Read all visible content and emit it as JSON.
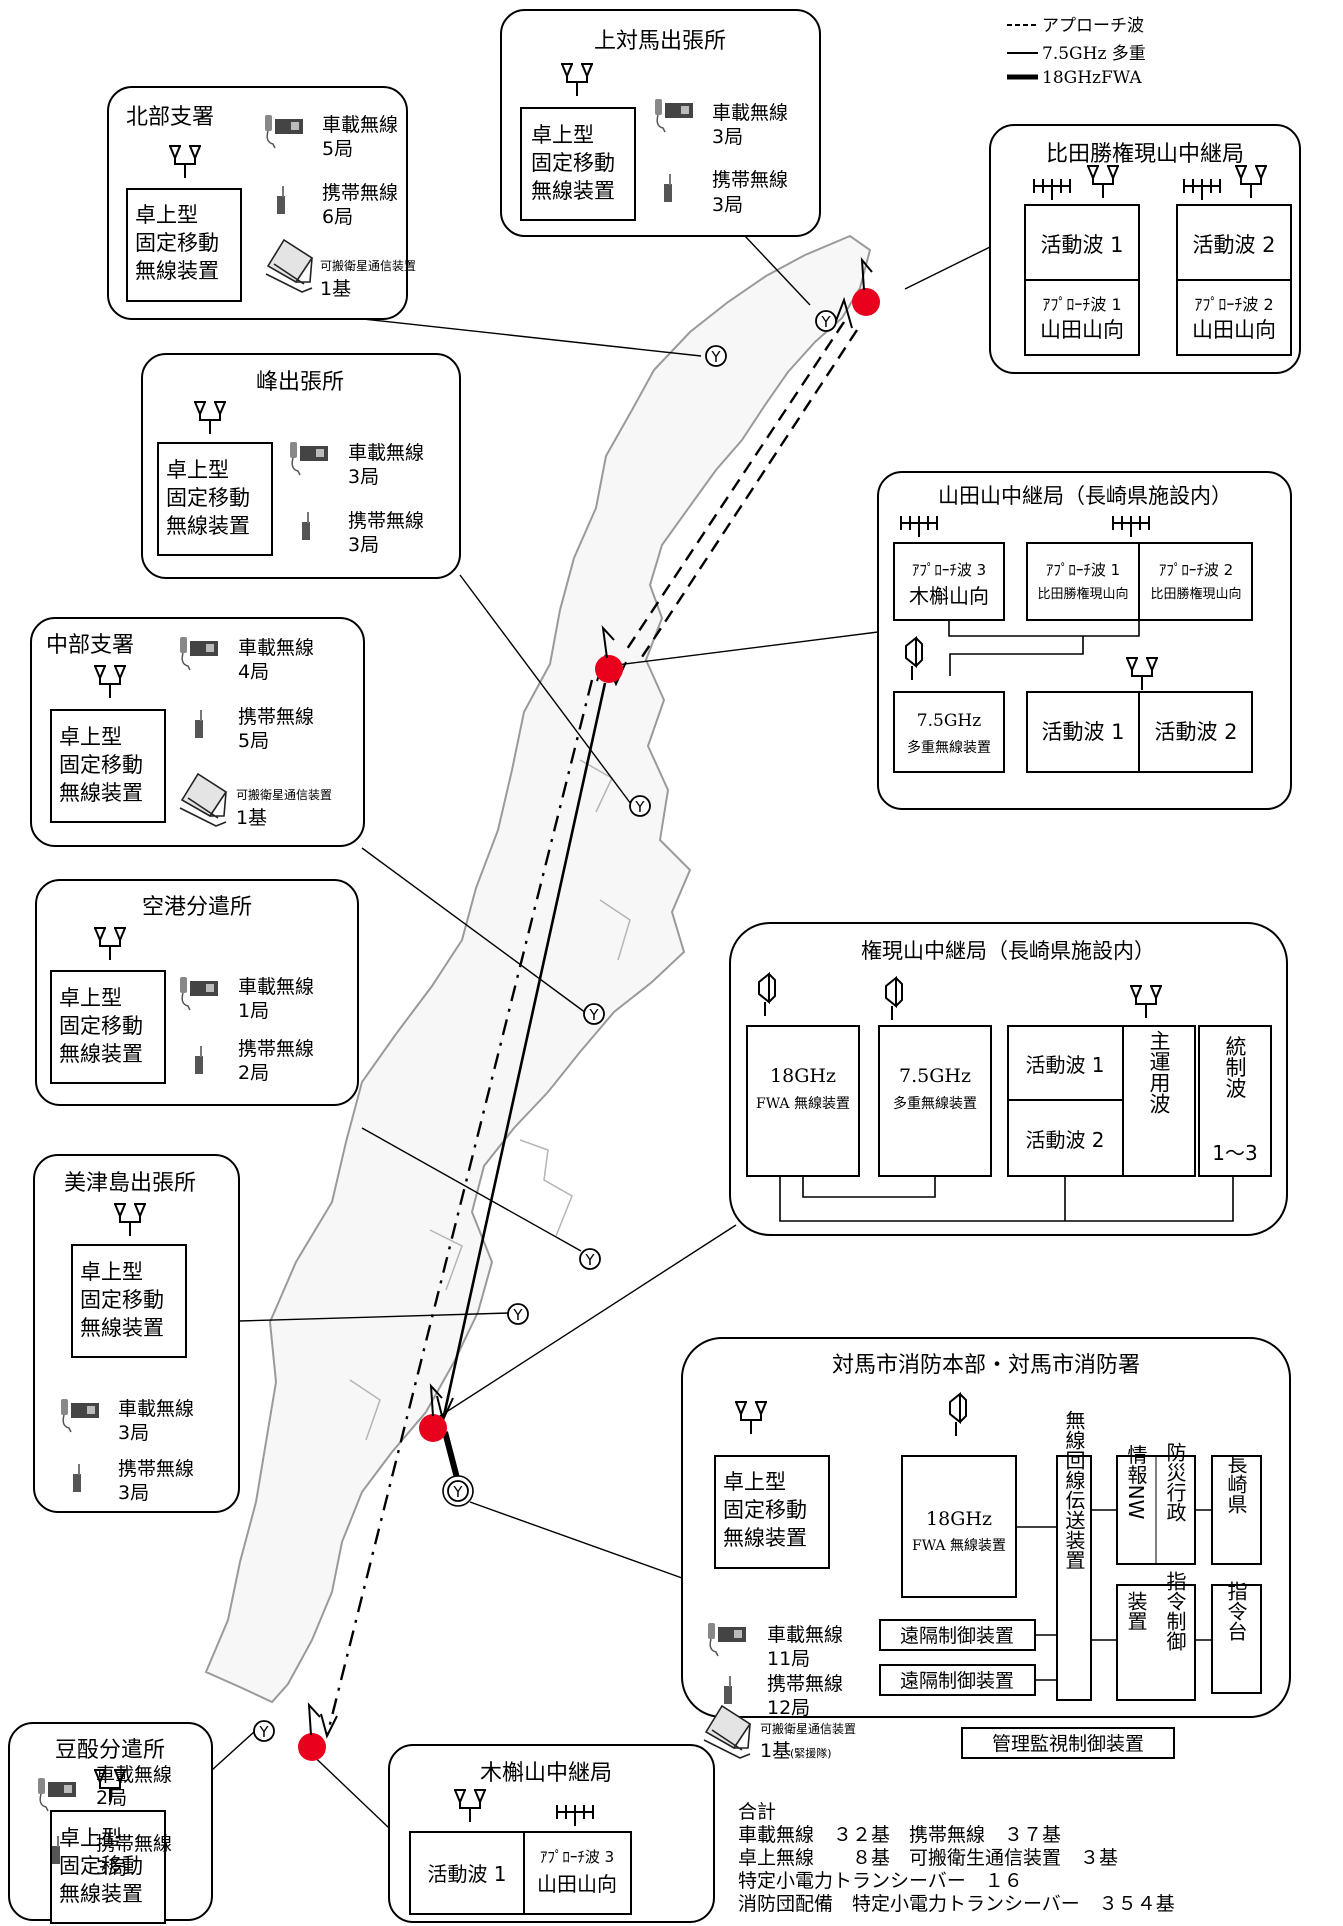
{
  "legend": {
    "approach": "アプローチ波",
    "ghz75": "7.5GHz 多重",
    "fwa18": "18GHzFWA"
  },
  "common": {
    "desk_line1": "卓上型",
    "desk_line2": "固定移動",
    "desk_line3": "無線装置",
    "vehicle": "車載無線",
    "portable": "携帯無線",
    "sat_small": "可搬衛星通信装置"
  },
  "stations": {
    "hokubu": {
      "title": "北部支署",
      "vehicle_count": "5局",
      "portable_count": "6局",
      "sat_count": "1基"
    },
    "kamitsushima": {
      "title": "上対馬出張所",
      "vehicle_count": "3局",
      "portable_count": "3局"
    },
    "mine": {
      "title": "峰出張所",
      "vehicle_count": "3局",
      "portable_count": "3局"
    },
    "chubu": {
      "title": "中部支署",
      "vehicle_count": "4局",
      "portable_count": "5局",
      "sat_count": "1基"
    },
    "kuko": {
      "title": "空港分遣所",
      "vehicle_count": "1局",
      "portable_count": "2局"
    },
    "mitsushima": {
      "title": "美津島出張所",
      "vehicle_count": "3局",
      "portable_count": "3局"
    },
    "tsutsu": {
      "title": "豆酘分遣所",
      "vehicle_count": "2局",
      "portable_count": "3局"
    }
  },
  "relay_hitakatsu": {
    "title": "比田勝権現山中継局",
    "act1": "活動波 1",
    "act2": "活動波 2",
    "app1a": "ｱﾌﾟﾛｰﾁ波 1",
    "app1b": "山田山向",
    "app2a": "ｱﾌﾟﾛｰﾁ波 2",
    "app2b": "山田山向"
  },
  "relay_yamada": {
    "title": "山田山中継局（長崎県施設内）",
    "app3a": "ｱﾌﾟﾛｰﾁ波 3",
    "app3b": "木槲山向",
    "app1a": "ｱﾌﾟﾛｰﾁ波 1",
    "app1b": "比田勝権現山向",
    "app2a": "ｱﾌﾟﾛｰﾁ波 2",
    "app2b": "比田勝権現山向",
    "ghz_a": "7.5GHz",
    "ghz_b": "多重無線装置",
    "act1": "活動波 1",
    "act2": "活動波 2"
  },
  "relay_gongen": {
    "title": "権現山中継局（長崎県施設内）",
    "fwa_a": "18GHz",
    "fwa_b": "FWA 無線装置",
    "ghz_a": "7.5GHz",
    "ghz_b": "多重無線装置",
    "act1": "活動波 1",
    "act2": "活動波 2",
    "main_wave": "主運用波",
    "ctrl_wave": "統制波",
    "ctrl_range": "1～3"
  },
  "hq": {
    "title": "対馬市消防本部・対馬市消防署",
    "fwa_a": "18GHz",
    "fwa_b": "FWA 無線装置",
    "line_tx": "無線回線伝送装置",
    "info_nw": "情報NW",
    "disaster": "防災行政",
    "nagasaki": "長崎県",
    "cmd_ctrl_a": "装置",
    "cmd_ctrl_b": "指令制御",
    "cmd_desk": "指令台",
    "remote1": "遠隔制御装置",
    "remote2": "遠隔制御装置",
    "monitor": "管理監視制御装置",
    "vehicle_count": "11局",
    "portable_count": "12局",
    "sat_count": "1基",
    "sat_note": "(緊援隊)"
  },
  "relay_kokuto": {
    "title": "木槲山中継局",
    "act1": "活動波 1",
    "app3a": "ｱﾌﾟﾛｰﾁ波 3",
    "app3b": "山田山向"
  },
  "antenna_symbol": "Y",
  "totals": {
    "heading": "合計",
    "line1": "車載無線　３２基　携帯無線　３７基",
    "line2": "卓上無線　　８基　可搬衛生通信装置　３基",
    "line3": "特定小電力トランシーバー　１６",
    "line4": "消防団配備　特定小電力トランシーバー　３５４基"
  },
  "colors": {
    "relay_dot": "#e8001c",
    "line": "#000000",
    "island_fill": "#f7f7f7",
    "island_stroke": "#9a9a9a"
  }
}
